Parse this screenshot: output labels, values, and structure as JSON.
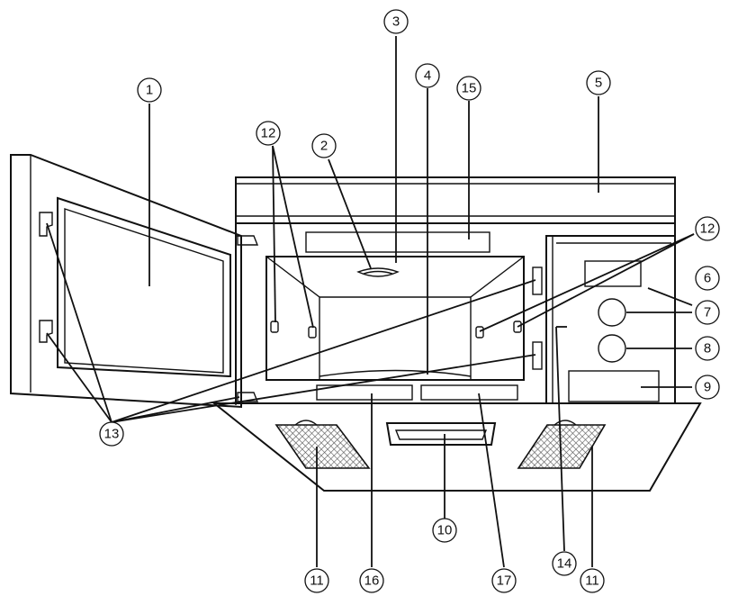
{
  "callouts": {
    "c1": "1",
    "c2": "2",
    "c3": "3",
    "c4": "4",
    "c5": "5",
    "c6": "6",
    "c7": "7",
    "c8": "8",
    "c9": "9",
    "c10": "10",
    "c11a": "11",
    "c11b": "11",
    "c12a": "12",
    "c12b": "12",
    "c13": "13",
    "c14": "14",
    "c15": "15",
    "c16": "16",
    "c17": "17"
  },
  "colors": {
    "line": "#111111",
    "background": "#ffffff",
    "mesh": "#9a9a9a"
  }
}
